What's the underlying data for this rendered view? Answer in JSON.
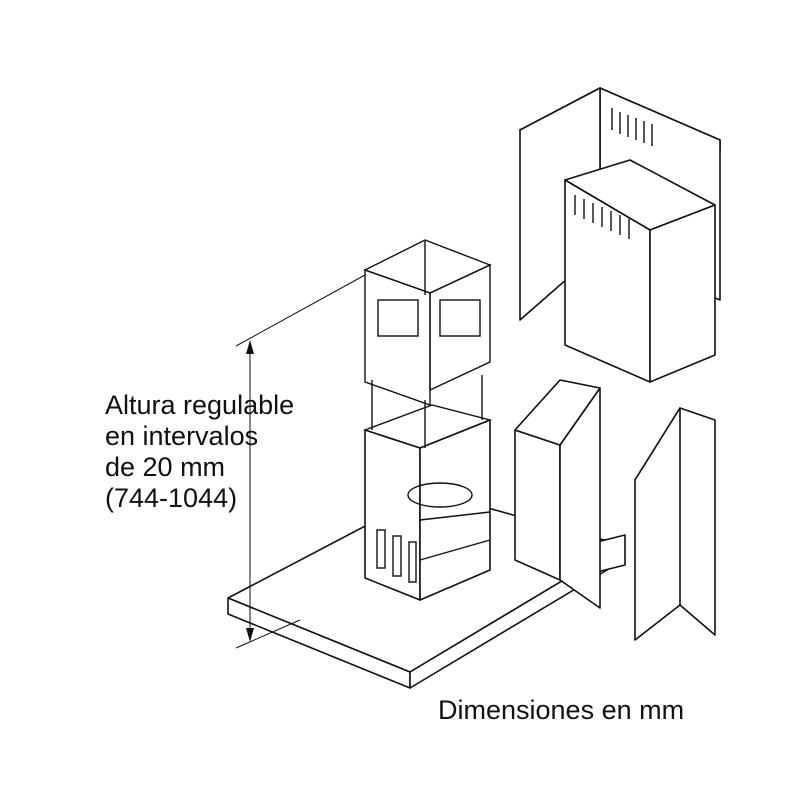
{
  "height_label": {
    "line1": "Altura regulable",
    "line2": "en intervalos",
    "line3": "de 20 mm",
    "line4": "(744-1044)"
  },
  "units_label": "Dimensiones en mm"
}
